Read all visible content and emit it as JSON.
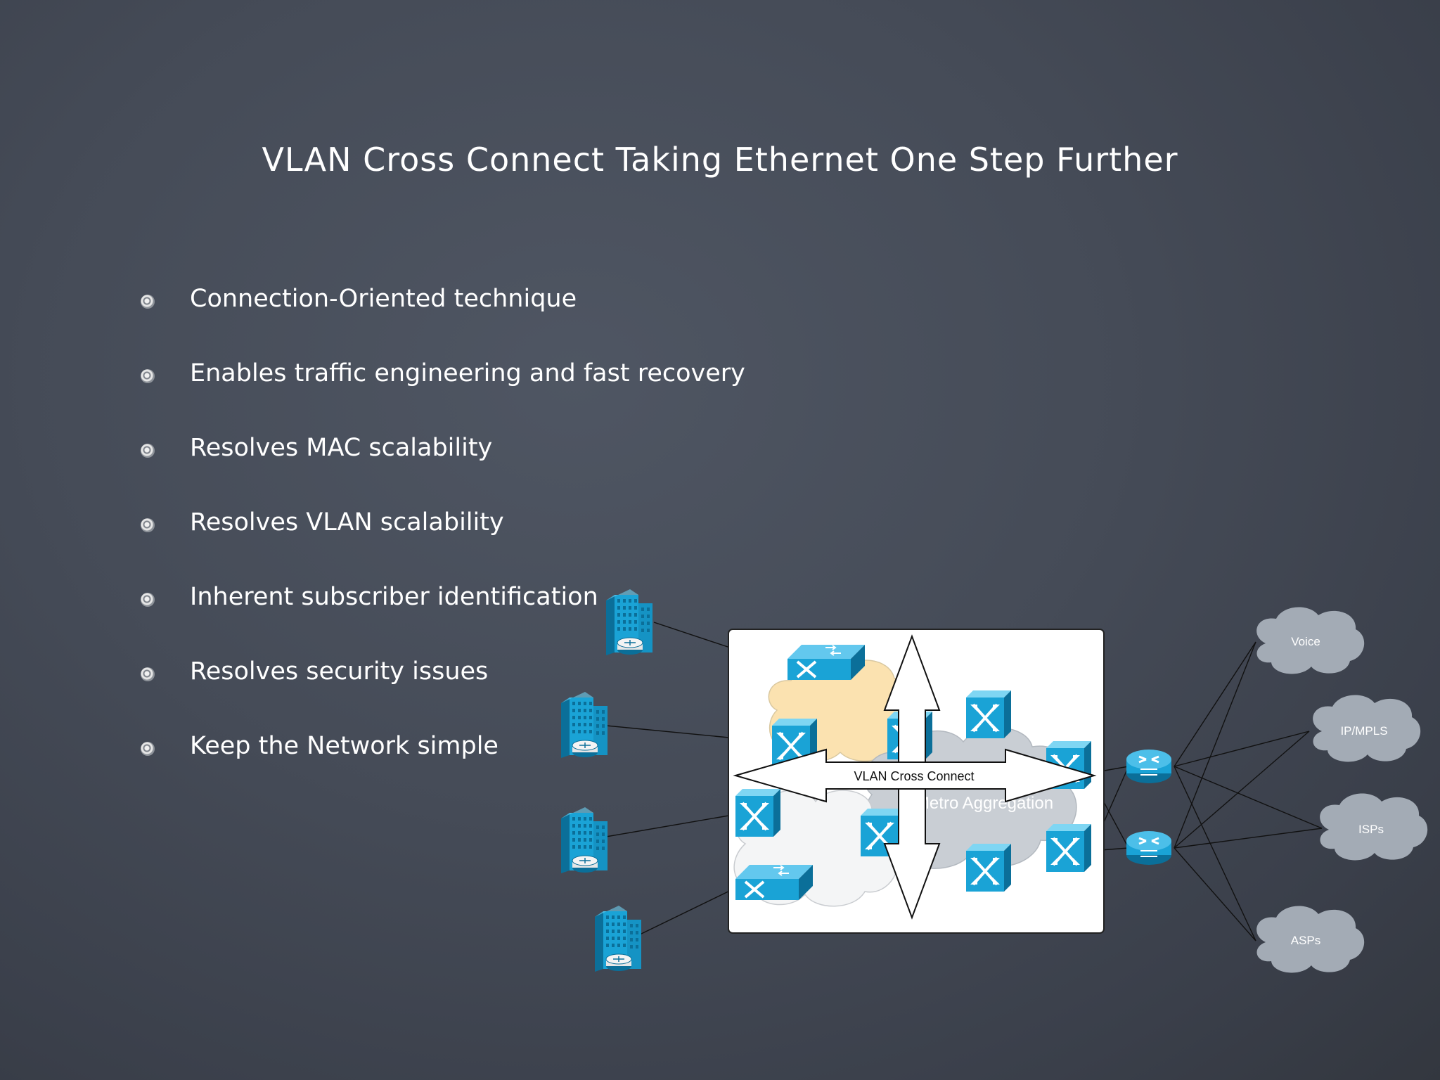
{
  "title": "VLAN Cross Connect Taking Ethernet One Step Further",
  "bullets": [
    "Connection-Oriented technique",
    "Enables traffic engineering and fast recovery",
    "Resolves MAC scalability",
    "Resolves VLAN scalability",
    "Inherent subscriber identification",
    "Resolves security issues",
    "Keep the Network simple"
  ],
  "diagram": {
    "arrow_label": "VLAN Cross Connect",
    "cloud_label": "Metro Aggregation",
    "services": [
      "Voice",
      "IP/MPLS",
      "ISPs",
      "ASPs"
    ],
    "colors": {
      "device": "#1aa3d6",
      "device_dark": "#0b6f99",
      "cloud_orange": "#fbe2b0",
      "cloud_gray": "#c9ced4",
      "service_cloud": "#a3abb5"
    }
  }
}
